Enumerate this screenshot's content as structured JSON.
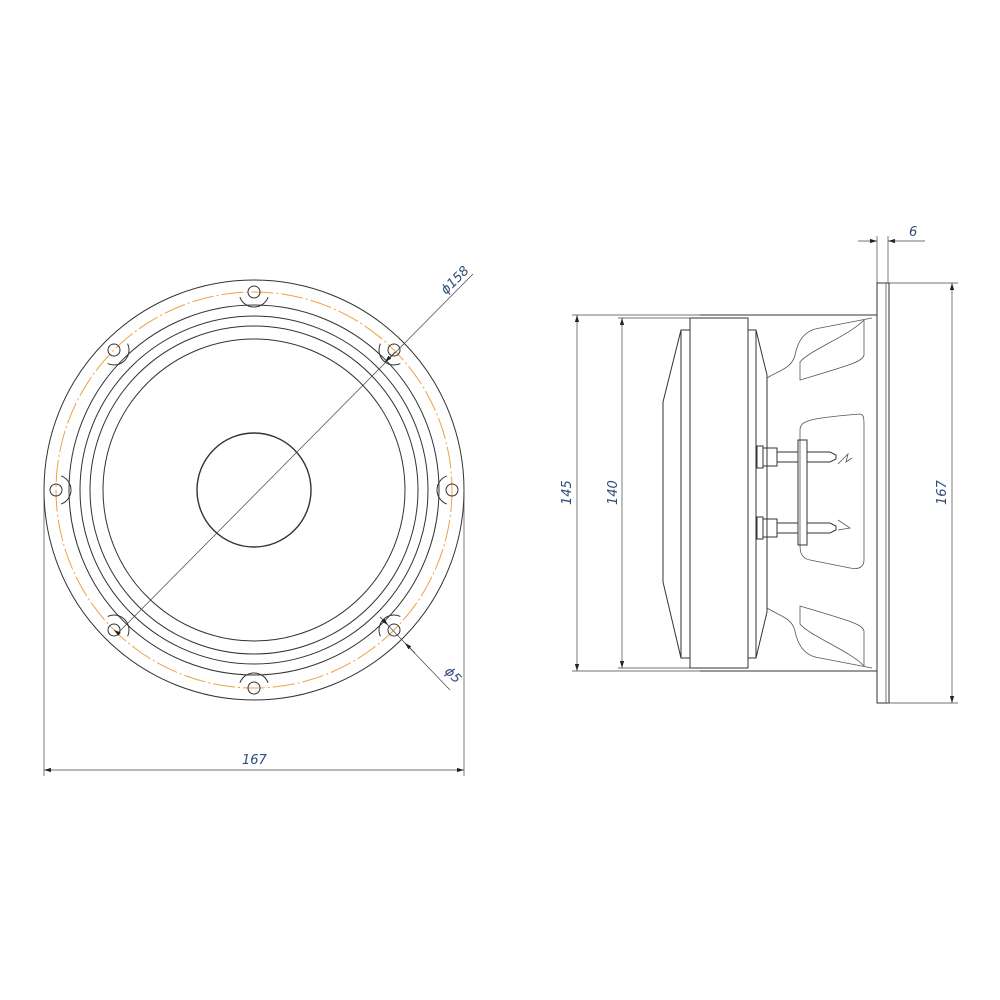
{
  "drawing": {
    "front_view": {
      "outer_diameter_label": "167",
      "mounting_circle_label": "ϕ158",
      "hole_diameter_label": "ϕ5",
      "hole_count": 8
    },
    "side_view": {
      "depth_total_label": "145",
      "magnet_diameter_label": "140",
      "flange_height_label": "167",
      "flange_thickness_label": "6"
    },
    "colors": {
      "outline": "#333333",
      "centerline": "#f0a040",
      "dimension_text": "#2e4a7a"
    }
  }
}
